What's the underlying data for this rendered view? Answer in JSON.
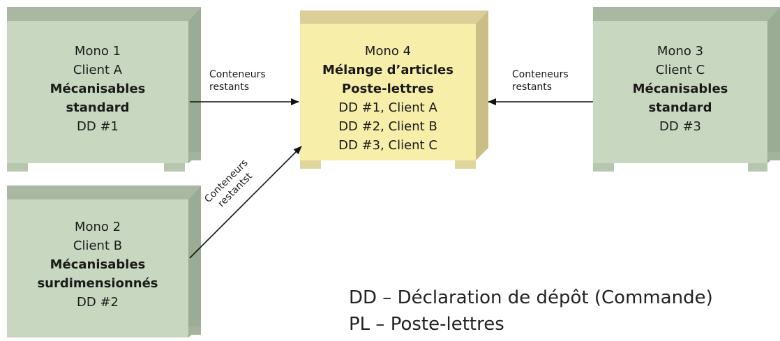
{
  "boxes": {
    "mono1": {
      "title": "Mono 1",
      "client": "Client A",
      "category": "Mécanisables",
      "category2": "standard",
      "dd": "DD #1",
      "color": "#c8d8c0"
    },
    "mono2": {
      "title": "Mono 2",
      "client": "Client B",
      "category": "Mécanisables",
      "category2": "surdimensionnés",
      "dd": "DD #2",
      "color": "#c8d8c0"
    },
    "mono3": {
      "title": "Mono 3",
      "client": "Client C",
      "category": "Mécanisables",
      "category2": "standard",
      "dd": "DD #3",
      "color": "#c8d8c0"
    },
    "mono4": {
      "title": "Mono 4",
      "line1": "Mélange d’articles",
      "line2": "Poste-lettres",
      "dd1": "DD #1, Client A",
      "dd2": "DD #2, Client B",
      "dd3": "DD #3, Client C",
      "color": "#f7eeaa"
    }
  },
  "arrows": {
    "from_mono1": {
      "line1": "Conteneurs",
      "line2": "restants"
    },
    "from_mono3": {
      "line1": "Conteneurs",
      "line2": "restants"
    },
    "from_mono2": {
      "line1": "Conteneurs",
      "line2": "restantst"
    }
  },
  "legend": {
    "dd": "DD – Déclaration de dépôt (Commande)",
    "pl": "PL – Poste-lettres"
  }
}
